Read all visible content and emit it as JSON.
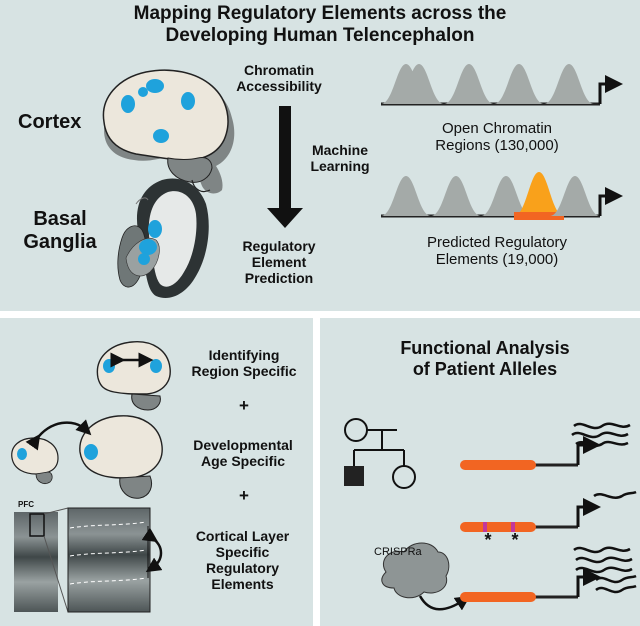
{
  "top": {
    "title_line1": "Mapping Regulatory Elements across the",
    "title_line2": "Developing Human Telencephalon",
    "cortex_label": "Cortex",
    "basal_label_1": "Basal",
    "basal_label_2": "Ganglia",
    "step1_line1": "Chromatin",
    "step1_line2": "Accessibility",
    "step2_line1": "Machine",
    "step2_line2": "Learning",
    "step3_line1": "Regulatory",
    "step3_line2": "Element",
    "step3_line3": "Prediction",
    "ocr_line1": "Open Chromatin",
    "ocr_line2": "Regions (130,000)",
    "pred_line1": "Predicted Regulatory",
    "pred_line2": "Elements (19,000)"
  },
  "bottom_left": {
    "line1a": "Identifying",
    "line1b": "Region Specific",
    "plus1": "+",
    "line2a": "Developmental",
    "line2b": "Age Specific",
    "plus2": "+",
    "line3a": "Cortical Layer",
    "line3b": "Specific",
    "line3c": "Regulatory",
    "line3d": "Elements",
    "pfc_label": "PFC"
  },
  "bottom_right": {
    "title_line1": "Functional Analysis",
    "title_line2": "of Patient Alleles",
    "crispr_label": "CRISPRa",
    "variant_mark": "*"
  },
  "colors": {
    "panel_bg": "#d7e3e3",
    "blue_spot": "#1fa2dc",
    "peak_gray": "#a4aaa8",
    "peak_highlight": "#f9a11b",
    "orange_element": "#f26522",
    "variant_magenta": "#c2379a",
    "brain_fill": "#ece7dc"
  }
}
